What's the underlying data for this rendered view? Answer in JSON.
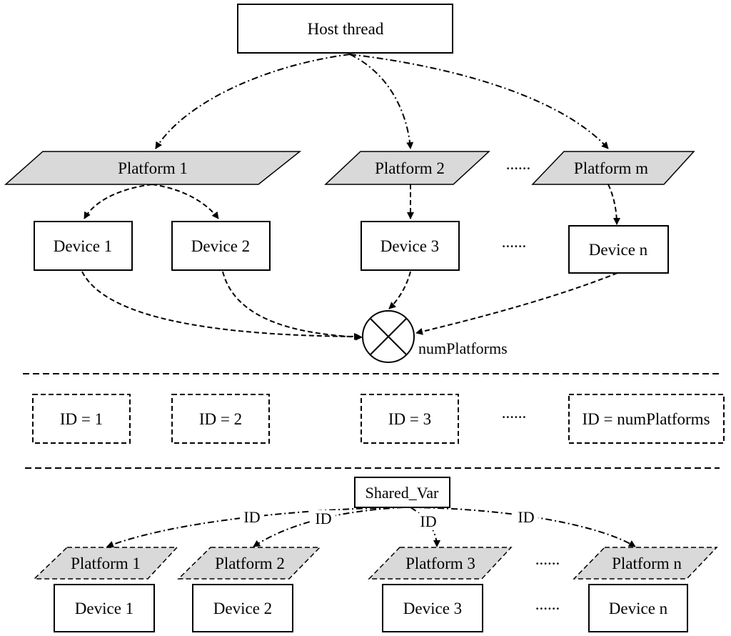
{
  "host": "Host thread",
  "platforms_top": [
    "Platform 1",
    "Platform 2",
    "Platform m"
  ],
  "devices_top": [
    "Device 1",
    "Device 2",
    "Device 3",
    "Device n"
  ],
  "combiner_label": "numPlatforms",
  "ellipsis": "......",
  "ids": [
    "ID = 1",
    "ID = 2",
    "ID = 3",
    "ID = numPlatforms"
  ],
  "shared_var": "Shared_Var",
  "edge_label": "ID",
  "platforms_bottom": [
    "Platform 1",
    "Platform 2",
    "Platform 3",
    "Platform n"
  ],
  "devices_bottom": [
    "Device 1",
    "Device 2",
    "Device 3",
    "Device n"
  ]
}
